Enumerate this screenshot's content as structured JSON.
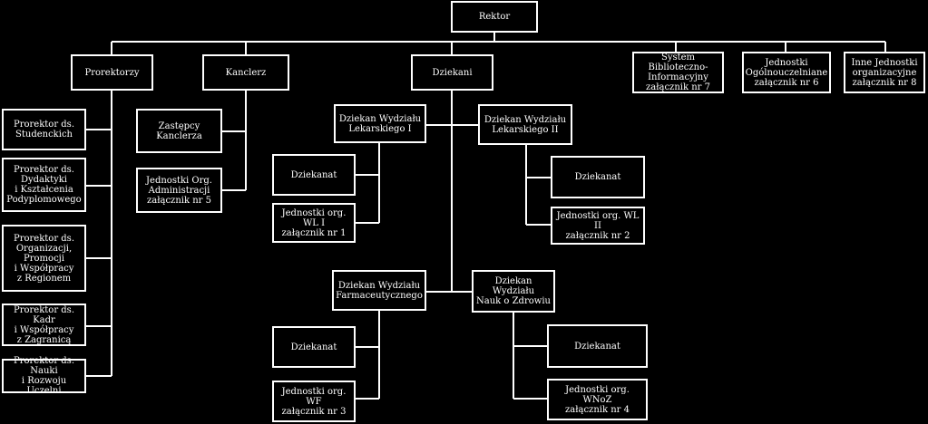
{
  "colors": {
    "background": "#000000",
    "line": "#ffffff",
    "text": "#ffffff"
  },
  "nodes": {
    "rektor": "Rektor",
    "prorektorzy": "Prorektorzy",
    "kanclerz": "Kanclerz",
    "dziekani": "Dziekani",
    "system_biblioteczno": "System Biblioteczno-\nInformacyjny\nzałącznik nr 7",
    "jednostki_ogolnouczelniane": "Jednostki\nOgólnouczelniane\nzałącznik nr 6",
    "inne_jednostki": "Inne Jednostki\norganizacyjne\nzałącznik nr 8",
    "prorektor_studenckich": "Prorektor ds.\nStudenckich",
    "prorektor_dydaktyki": "Prorektor ds.\nDydaktyki\ni Kształcenia\nPodyplomowego",
    "prorektor_organizacji": "Prorektor ds.\nOrganizacji,\nPromocji\ni Współpracy\nz Regionem",
    "prorektor_kadr": "Prorektor ds. Kadr\ni Współpracy\nz Zagranicą",
    "prorektor_nauki": "Prorektor ds. Nauki\ni Rozwoju Uczelni",
    "zastepcy_kanclerza": "Zastępcy Kanclerza",
    "jednostki_administracji": "Jednostki Org.\nAdministracji\nzałącznik nr 5",
    "dziekan_wl1": "Dziekan Wydziału\nLekarskiego I",
    "dziekan_wl2": "Dziekan Wydziału\nLekarskiego II",
    "dziekanat_wl1": "Dziekanat",
    "jednostki_wl1": "Jednostki org. WL I\nzałącznik nr 1",
    "dziekanat_wl2": "Dziekanat",
    "jednostki_wl2": "Jednostki org. WL II\nzałącznik nr 2",
    "dziekan_wf": "Dziekan Wydziału\nFarmaceutycznego",
    "dziekan_wnoz": "Dziekan Wydziału\nNauk o Zdrowiu",
    "dziekanat_wf": "Dziekanat",
    "jednostki_wf": "Jednostki org. WF\nzałącznik nr 3",
    "dziekanat_wnoz": "Dziekanat",
    "jednostki_wnoz": "Jednostki org. WNoZ\nzałącznik nr 4"
  }
}
